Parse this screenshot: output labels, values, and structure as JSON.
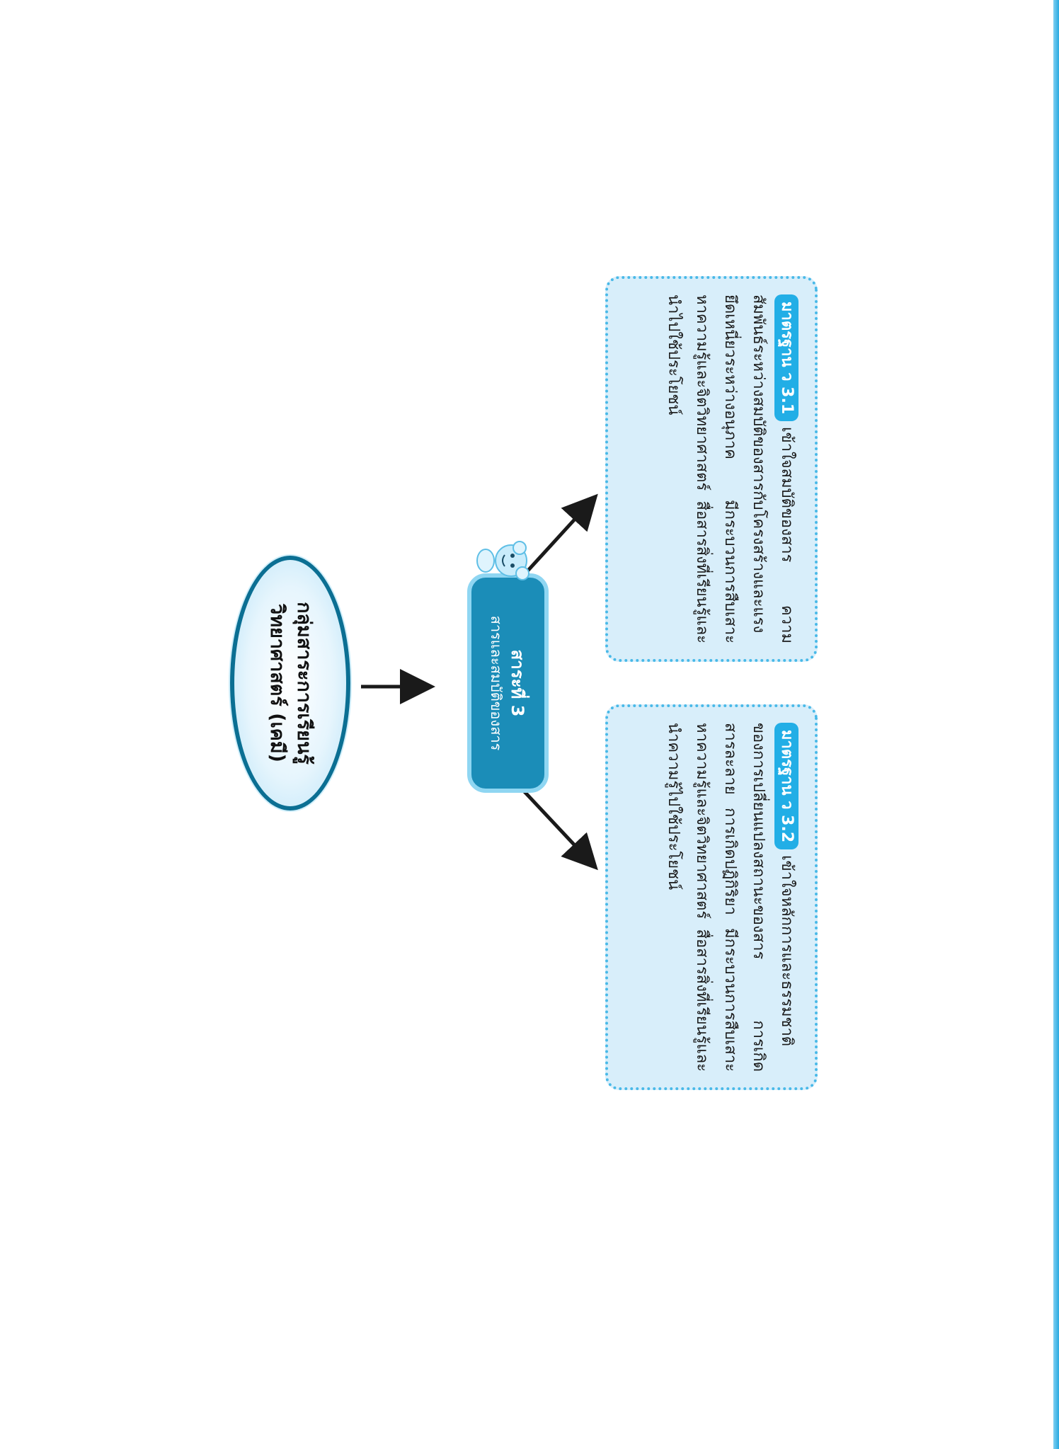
{
  "diagram": {
    "root": {
      "line1": "กลุ่มสาระการเรียนรู้",
      "line2": "วิทยาศาสตร์ (เคมี)"
    },
    "subject": {
      "title": "สาระที่ 3",
      "subtitle": "สารและสมบัติของสาร"
    },
    "standards": [
      {
        "badge": "มาตรฐาน ว 3.1",
        "text": "เข้าใจสมบัติของสาร ความสัมพันธ์ระหว่างสมบัติของสารกับโครงสร้างและแรงยึดเหนี่ยวระหว่างอนุภาค มีกระบวนการสืบเสาะหาความรู้และจิตวิทยาศาสตร์ สื่อสารสิ่งที่เรียนรู้และนำไปใช้ประโยชน์"
      },
      {
        "badge": "มาตรฐาน ว 3.2",
        "text": "เข้าใจหลักการและธรรมชาติของการเปลี่ยนแปลงสถานะของสาร การเกิดสารละลาย การเกิดปฏิกิริยา มีกระบวนการสืบเสาะหาความรู้และจิตวิทยาศาสตร์ สื่อสารสิ่งที่เรียนรู้และนำความรู้ไปใช้ประโยชน์"
      }
    ]
  },
  "colors": {
    "oval_border": "#0b6f93",
    "subject_fill": "#1b8db8",
    "badge": "#22aee6",
    "box_fill": "#d8eefa",
    "box_border": "#49b9e8"
  }
}
